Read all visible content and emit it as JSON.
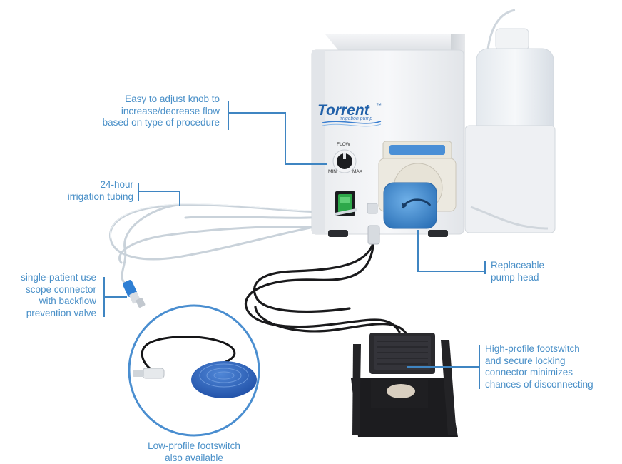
{
  "brand": {
    "logo_text": "Torrent",
    "trademark": "™",
    "tagline": "irrigation pump"
  },
  "pump_labels": {
    "knob_top": "FLOW",
    "knob_min": "MIN",
    "knob_max": "MAX"
  },
  "callouts": {
    "knob": [
      "Easy to adjust knob to",
      "increase/decrease flow",
      "based on type of procedure"
    ],
    "tubing": [
      "24-hour",
      "irrigation tubing"
    ],
    "connector": [
      "single-patient use",
      "scope connector",
      "with backflow",
      "prevention valve"
    ],
    "pump_head": [
      "Replaceable",
      "pump head"
    ],
    "footswitch": [
      "High-profile footswitch",
      "and secure locking",
      "connector minimizes",
      "chances of disconnecting"
    ],
    "low_profile": [
      "Low-profile footswitch",
      "also available"
    ]
  },
  "colors": {
    "callout_text": "#4a90c8",
    "leader_line": "#3f85c2",
    "pump_blue": "#3a7fc4",
    "switch_green": "#2ea84a",
    "footswitch_blue": "#2f66c0"
  }
}
